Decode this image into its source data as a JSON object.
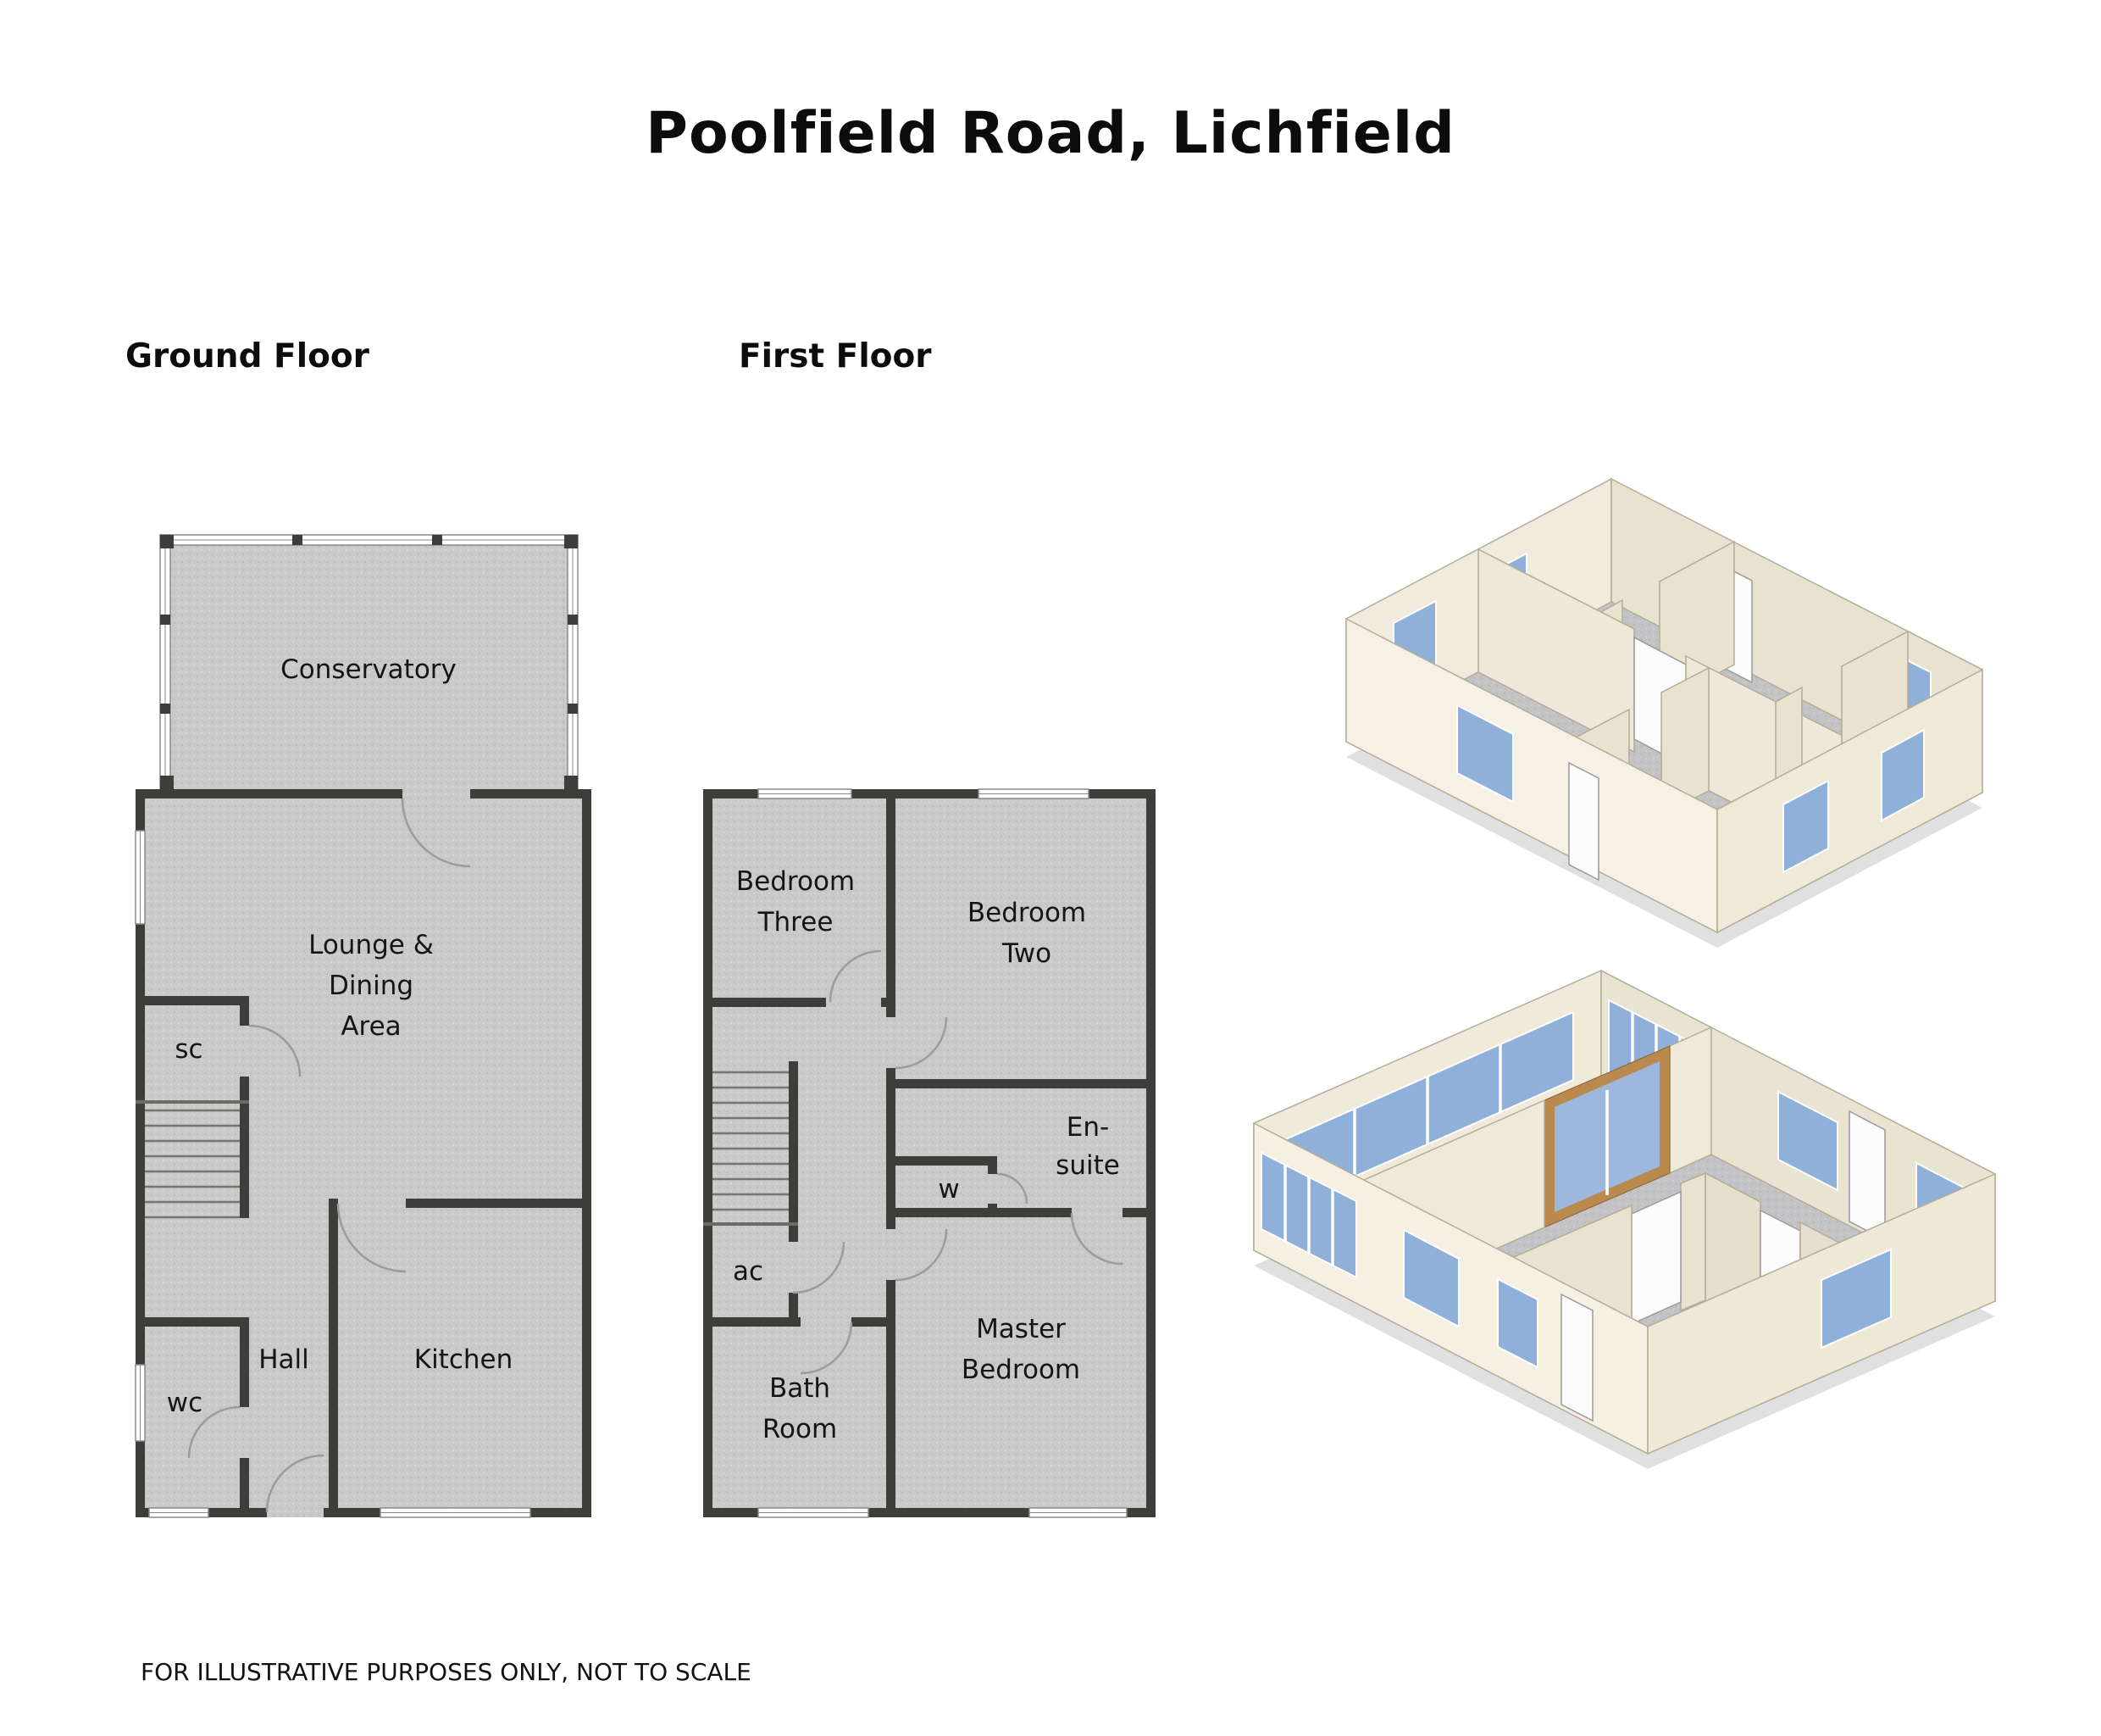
{
  "page": {
    "title": "Poolfield Road, Lichfield",
    "disclaimer": "FOR ILLUSTRATIVE PURPOSES ONLY, NOT TO SCALE"
  },
  "sections": {
    "ground": {
      "label": "Ground Floor"
    },
    "first": {
      "label": "First Floor"
    }
  },
  "ground_floor": {
    "rooms": {
      "conservatory": "Conservatory",
      "lounge": [
        "Lounge &",
        "Dining",
        "Area"
      ],
      "sc": "sc",
      "wc": "wc",
      "hall": "Hall",
      "kitchen": "Kitchen"
    }
  },
  "first_floor": {
    "rooms": {
      "bedroom_three": [
        "Bedroom",
        "Three"
      ],
      "bedroom_two": [
        "Bedroom",
        "Two"
      ],
      "ensuite": [
        "En-",
        "suite"
      ],
      "w": "w",
      "ac": "ac",
      "bathroom": [
        "Bath",
        "Room"
      ],
      "master": [
        "Master",
        "Bedroom"
      ]
    }
  },
  "colors": {
    "wall": "#3d3d39",
    "floor": "#c9c9c9",
    "window_glass_3d": "#8fb0d8",
    "render_wall": "#efe9d9",
    "door_frame_wood": "#b9894d",
    "background": "#ffffff"
  }
}
